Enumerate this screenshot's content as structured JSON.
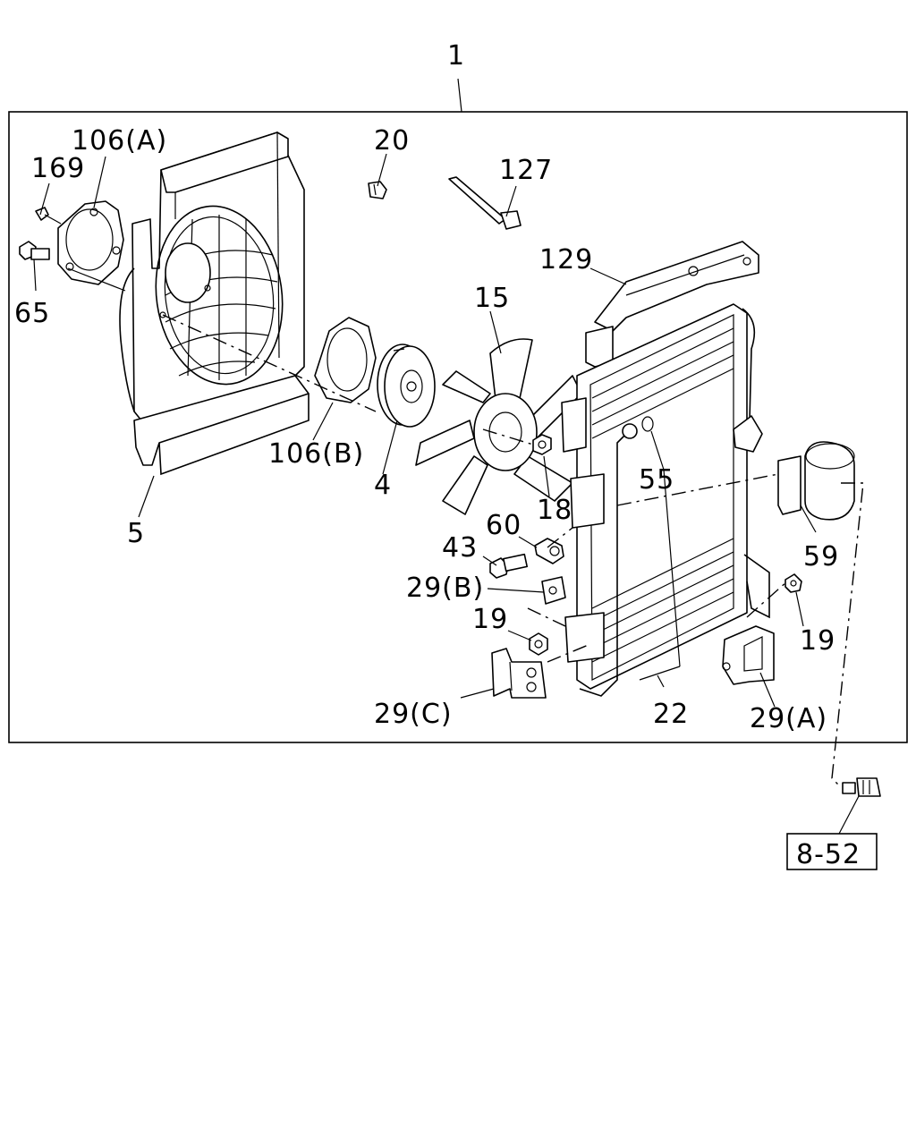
{
  "diagram": {
    "assembly_number": "1",
    "reference": "8-52",
    "callouts": {
      "c106a": "106(A)",
      "c169": "169",
      "c65": "65",
      "c20": "20",
      "c127": "127",
      "c129": "129",
      "c15": "15",
      "c106b": "106(B)",
      "c4": "4",
      "c5": "5",
      "c18": "18",
      "c55": "55",
      "c60": "60",
      "c43": "43",
      "c29b": "29(B)",
      "c19a": "19",
      "c19b": "19",
      "c59": "59",
      "c29c": "29(C)",
      "c22": "22",
      "c29a": "29(A)"
    }
  }
}
